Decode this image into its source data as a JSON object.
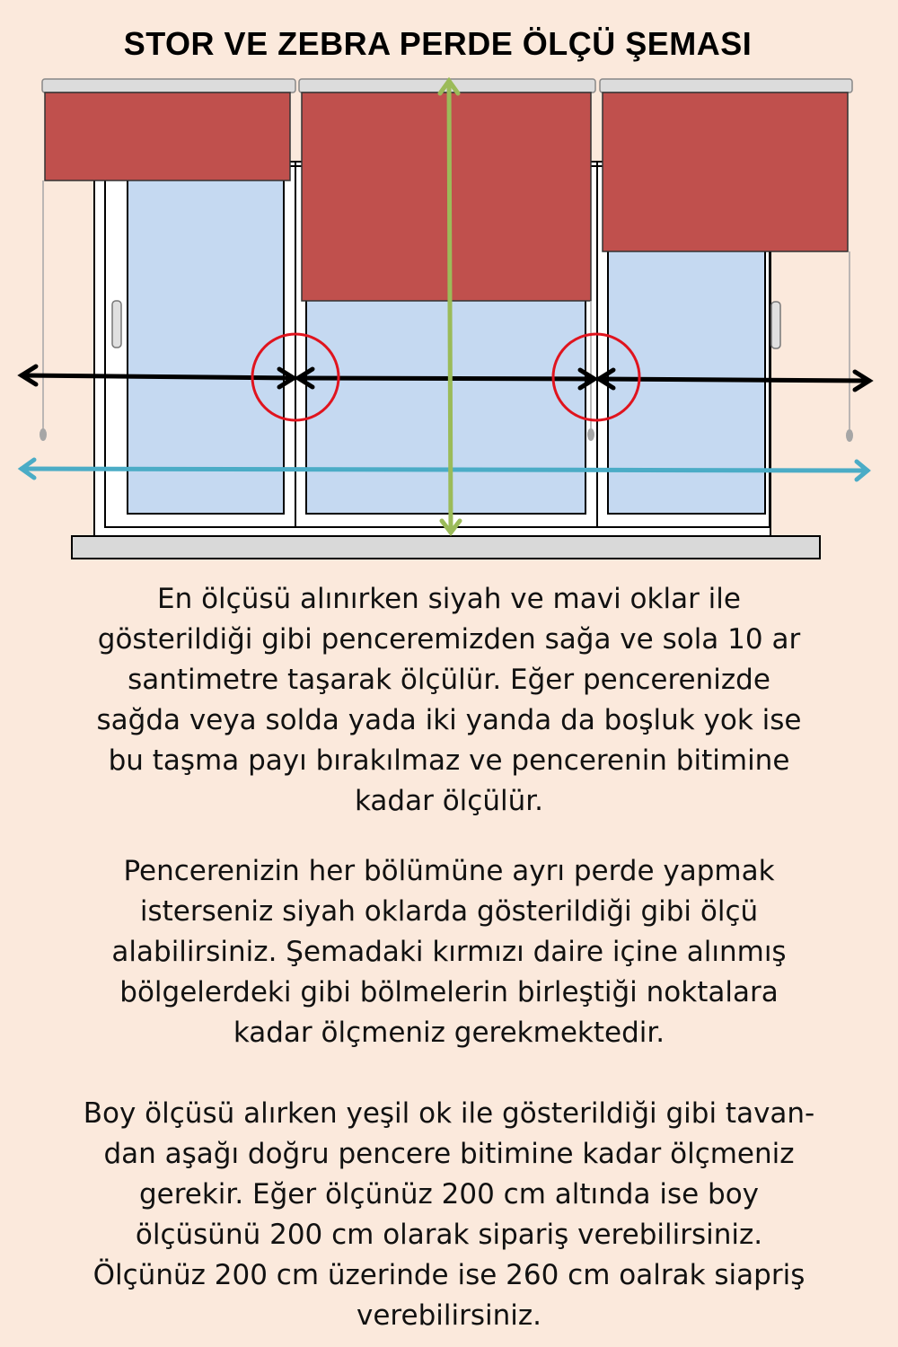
{
  "title": "STOR VE ZEBRA PERDE ÖLÇÜ ŞEMASI",
  "colors": {
    "background": "#fbe9dc",
    "blind_red": "#c0504d",
    "glass_blue": "#c5d9f1",
    "frame_white": "#ffffff",
    "rail_gray": "#d9d9d9",
    "sill_gray": "#d9d9d9",
    "arrow_black": "#000000",
    "arrow_blue": "#4bacc6",
    "arrow_green": "#9bbb59",
    "circle_red": "#e0141e",
    "cord_gray": "#a6a6a6"
  },
  "diagram": {
    "blinds": [
      {
        "name": "left",
        "state": "short"
      },
      {
        "name": "middle",
        "state": "long"
      },
      {
        "name": "right",
        "state": "medium"
      }
    ],
    "arrows": [
      {
        "color": "black",
        "meaning": "per-section width"
      },
      {
        "color": "blue",
        "meaning": "total width with 10 cm overflow"
      },
      {
        "color": "green",
        "meaning": "height from ceiling to window end"
      }
    ],
    "highlight_circles": 2
  },
  "paragraphs": [
    {
      "lines": [
        "En ölçüsü alınırken siyah ve mavi oklar ile",
        "gösterildiği gibi penceremizden sağa ve sola 10 ar",
        "santimetre taşarak ölçülür. Eğer pencerenizde",
        "sağda veya solda yada iki yanda da boşluk yok ise",
        "bu taşma payı bırakılmaz ve pencerenin bitimine",
        "kadar ölçülür."
      ]
    },
    {
      "lines": [
        "Pencerenizin her bölümüne ayrı perde yapmak",
        "isterseniz siyah oklarda gösterildiği gibi ölçü",
        "alabilirsiniz. Şemadaki kırmızı daire içine alınmış",
        "bölgelerdeki gibi bölmelerin birleştiği noktalara",
        "kadar ölçmeniz gerekmektedir."
      ]
    },
    {
      "lines": [
        "Boy ölçüsü alırken yeşil ok ile gösterildiği gibi tavan-",
        "dan aşağı doğru pencere bitimine kadar ölçmeniz",
        "gerekir. Eğer ölçünüz 200 cm altında ise boy",
        "ölçüsünü 200 cm olarak sipariş verebilirsiniz.",
        "Ölçünüz 200 cm üzerinde ise 260 cm oalrak siapriş",
        "verebilirsiniz."
      ]
    }
  ]
}
